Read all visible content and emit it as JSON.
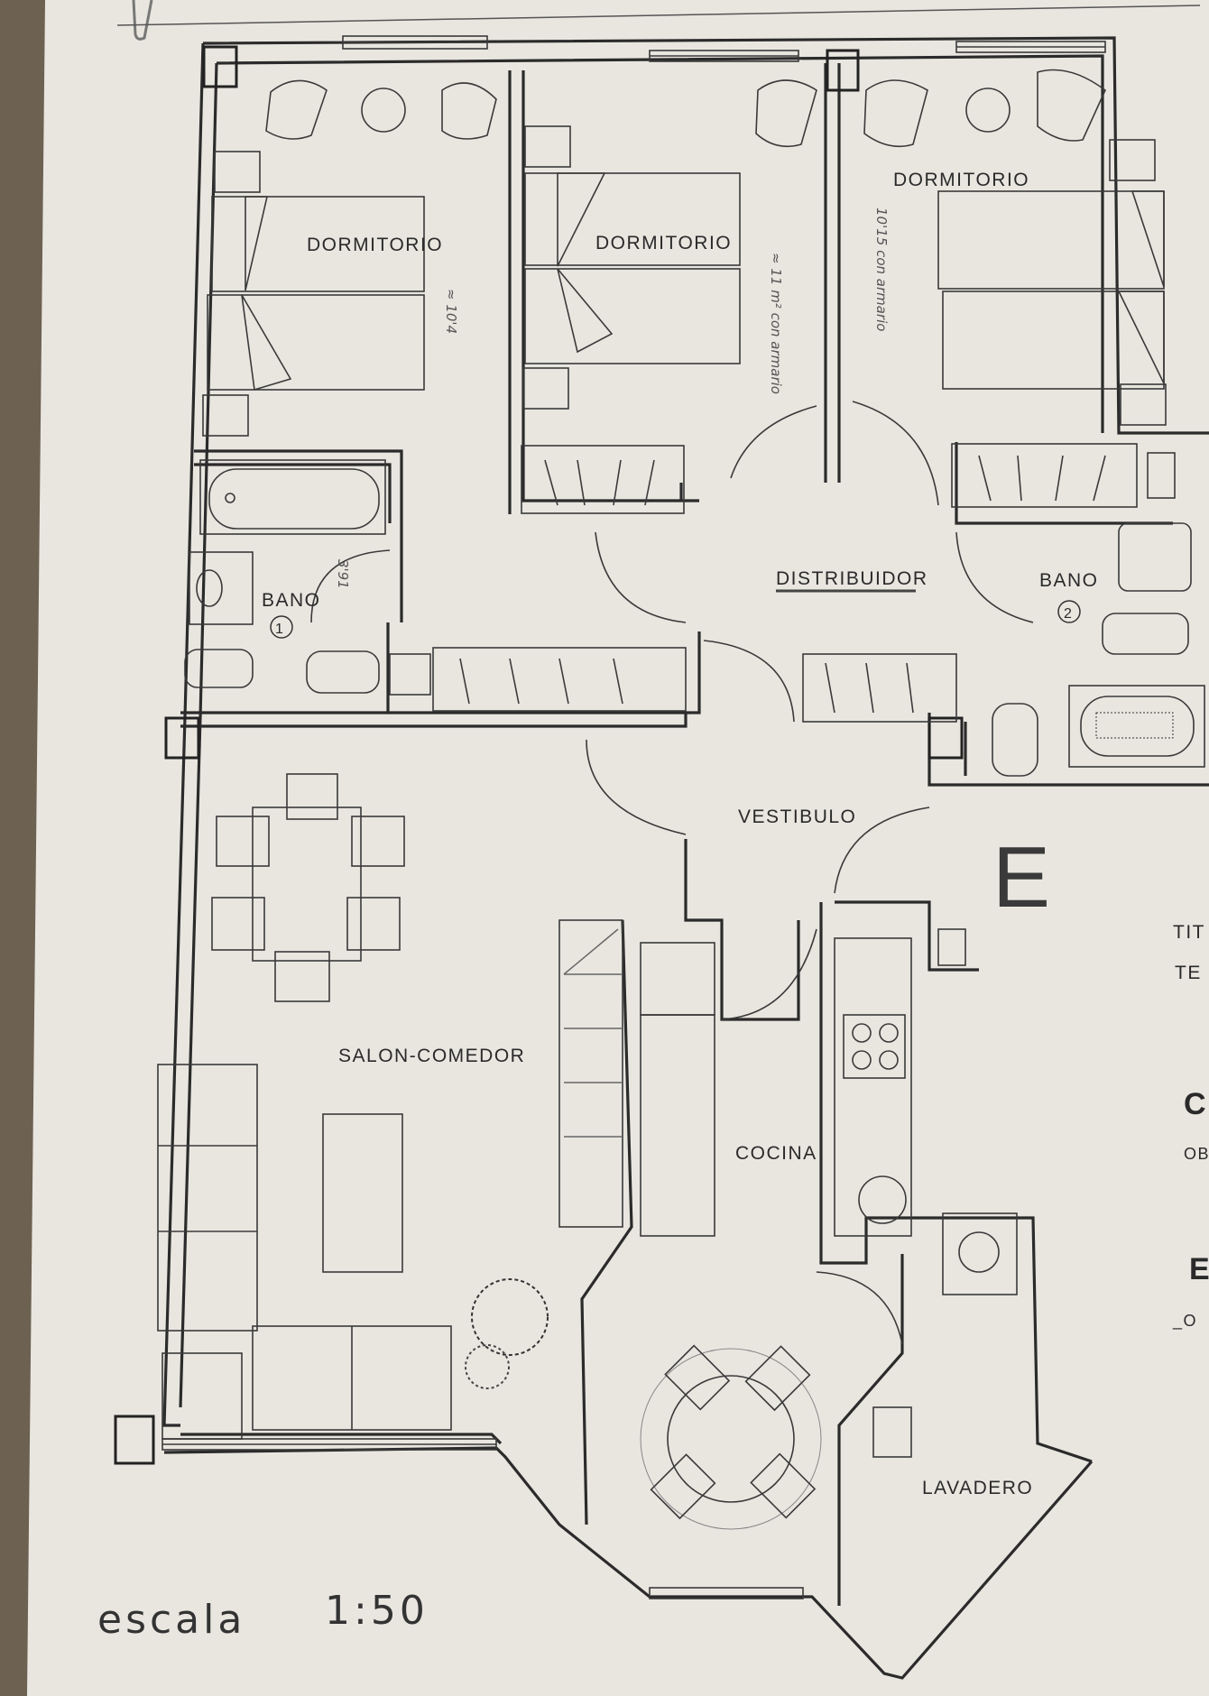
{
  "plan": {
    "rooms": {
      "dormitorio_1": "DORMITORIO",
      "dormitorio_2": "DORMITORIO",
      "dormitorio_3": "DORMITORIO",
      "bano_1": "BANO",
      "bano_1_num": "1",
      "bano_2": "BANO",
      "bano_2_num": "2",
      "distribuidor": "DISTRIBUIDOR",
      "vestibulo": "VESTIBULO",
      "salon": "SALON-COMEDOR",
      "cocina": "COCINA",
      "lavadero": "LAVADERO"
    },
    "handwritten": {
      "note_1": "≈ 10'4",
      "note_2": "≈ 11 m² con armario",
      "note_3": "10'15 con armario",
      "note_4": "3'91"
    },
    "letter_mark": "E",
    "cut_title": [
      "TIT",
      "TE",
      "C",
      "OB",
      "E",
      "_O"
    ],
    "scale": {
      "label": "escala",
      "value": "1:50"
    }
  },
  "colors": {
    "paper": "#e8e5df",
    "ink": "#2b2b2b",
    "background": "#6d6152"
  }
}
